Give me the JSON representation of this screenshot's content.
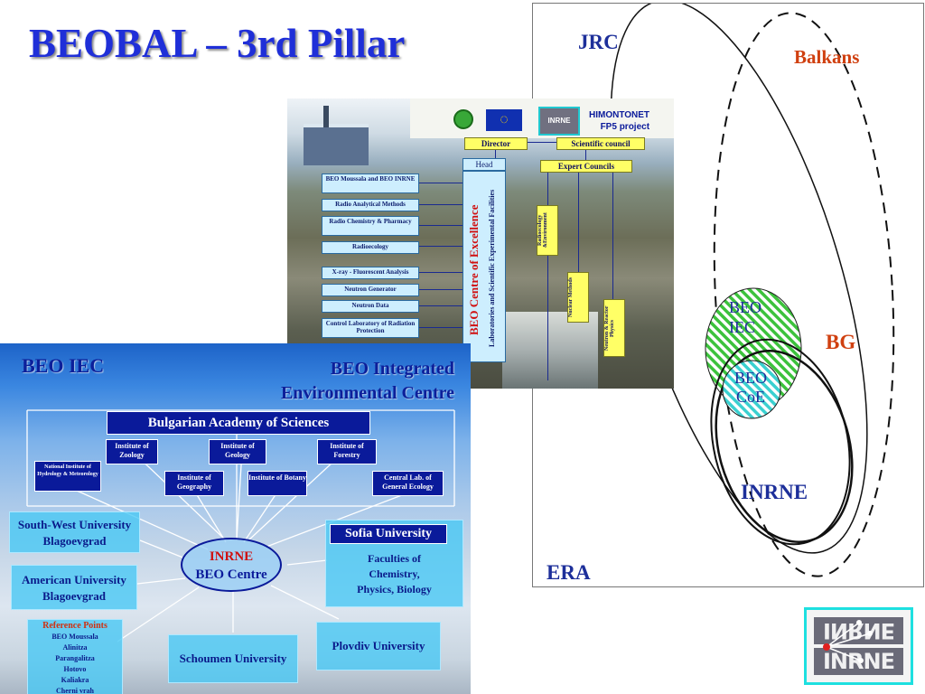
{
  "slide_title": "BEOBAL – 3rd Pillar",
  "venn": {
    "jrc": "JRC",
    "balkans": "Balkans",
    "beo_iec_line1": "BEO",
    "beo_iec_line2": "IEC",
    "bg": "BG",
    "beo_coe_line1": "BEO",
    "beo_coe_line2": "CoE",
    "inrne": "INRNE",
    "era": "ERA"
  },
  "coe_chart": {
    "project_title_line1": "HIMONTONET",
    "project_title_line2": "FP5 project",
    "logo_text": "INRNE",
    "director": "Director",
    "scientific_council": "Scientific council",
    "head": "Head",
    "expert_councils": "Expert Councils",
    "vertical_title": "BEO Centre of Excellence",
    "vertical_subtitle": "Laboratories and Scientific Experimental Facilities",
    "labs": [
      "BEO Moussala and BEO INRNE",
      "Radio Analytical Methods",
      "Radio Chemistry & Pharmacy",
      "Radioecology",
      "X-ray - Fluorescent Analysis",
      "Neutron Generator",
      "Neutron Data",
      "Control Laboratory of Radiation Protection"
    ],
    "councils": [
      "Radioecology &Environment",
      "Nuclear Methods",
      "Neutron & Reactor Physics"
    ]
  },
  "iec_chart": {
    "title_left": "BEO IEC",
    "title_right_line1": "BEO Integrated",
    "title_right_line2": "Environmental Centre",
    "academy": "Bulgarian Academy of Sciences",
    "institutes": [
      "Institute of Zoology",
      "Institute of Geology",
      "Institute of Forestry",
      "National Institute of Hydrology & Meteorology",
      "Institute of Geography",
      "Institute of Botany",
      "Central Lab. of General Ecology"
    ],
    "center_line1": "INRNE",
    "center_line2": "BEO Centre",
    "sw_university_line1": "South-West University",
    "sw_university_line2": "Blagoevgrad",
    "american_university_line1": "American University",
    "american_university_line2": "Blagoevgrad",
    "sofia_university": "Sofia University",
    "faculties_line1": "Faculties of",
    "faculties_line2": "Chemistry,",
    "faculties_line3": "Physics, Biology",
    "plovdiv_university": "Plovdiv University",
    "schoumen_university": "Schoumen University",
    "reference_points_title": "Reference Points",
    "reference_points": [
      "BEO Moussala",
      "Alinitza",
      "Parangalitza",
      "Hotovo",
      "Kaliakra",
      "Cherni vrah"
    ]
  },
  "logo": {
    "text_top": "INRNE",
    "text_bottom": "INRNE"
  },
  "colors": {
    "title_blue": "#1f2fd8",
    "label_navy": "#1d2f9a",
    "label_red": "#d04010",
    "hatch_green": "#3cc23c",
    "hatch_cyan": "#3ad0d0"
  }
}
